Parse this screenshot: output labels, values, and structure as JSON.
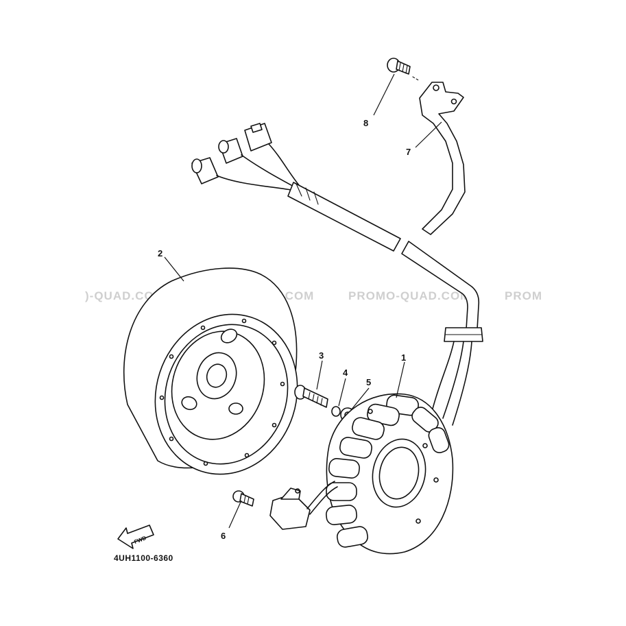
{
  "diagram": {
    "callouts": [
      "1",
      "2",
      "3",
      "4",
      "5",
      "6",
      "7",
      "8"
    ],
    "part_code": "4UH1100-6360",
    "fwd_label": "FWD",
    "watermarks": [
      ")-QUAD.COM",
      "PROMO-QUAD.COM",
      "PROMO-QUAD.COM",
      "PROM"
    ]
  }
}
